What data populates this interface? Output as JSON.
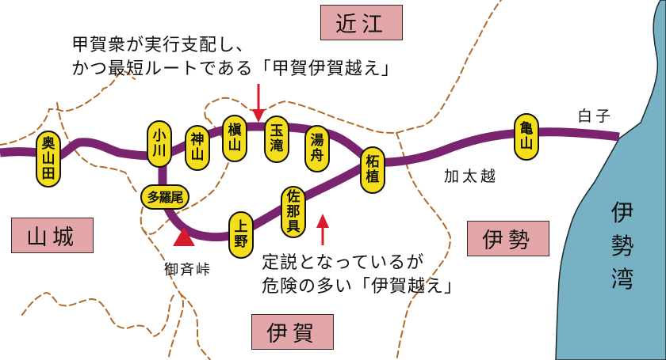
{
  "colors": {
    "route": "#7a2470",
    "station_fill": "#f3dd1c",
    "province_fill": "#e3a7a9",
    "border_dashed": "#b06a2a",
    "sea": "#78b1c3",
    "arrow": "#d9192c",
    "pass_marker": "#d9192c"
  },
  "provinces": [
    {
      "id": "omi",
      "label": "近江"
    },
    {
      "id": "yamashiro",
      "label": "山城"
    },
    {
      "id": "ise",
      "label": "伊勢"
    },
    {
      "id": "iga",
      "label": "伊賀"
    }
  ],
  "captions": {
    "koka_route": "甲賀衆が実行支配し、\nかつ最短ルートである「甲賀伊賀越え」",
    "iga_route": "定説となっているが\n危険の多い「伊賀越え」"
  },
  "places": {
    "shiroko": "白子",
    "kabuto_goe": "加太越",
    "otoge": "御斉峠",
    "ise_bay": [
      "伊",
      "勢",
      "湾"
    ]
  },
  "stations": [
    {
      "id": "okuyamada",
      "chars": [
        "奥",
        "山",
        "田"
      ]
    },
    {
      "id": "ogawa",
      "chars": [
        "小",
        "川"
      ]
    },
    {
      "id": "kamiyama",
      "chars": [
        "神",
        "山"
      ]
    },
    {
      "id": "makiyama",
      "chars": [
        "槇",
        "山"
      ]
    },
    {
      "id": "tamataki",
      "chars": [
        "玉",
        "滝"
      ]
    },
    {
      "id": "yubune",
      "chars": [
        "湯",
        "舟"
      ]
    },
    {
      "id": "tsuge",
      "chars": [
        "柘",
        "植"
      ]
    },
    {
      "id": "kameyama",
      "chars": [
        "亀",
        "山"
      ]
    },
    {
      "id": "tarao",
      "chars": [
        "多",
        "羅",
        "尾"
      ]
    },
    {
      "id": "ueno",
      "chars": [
        "上",
        "野"
      ]
    },
    {
      "id": "sanagu",
      "chars": [
        "佐",
        "那",
        "具"
      ]
    }
  ]
}
